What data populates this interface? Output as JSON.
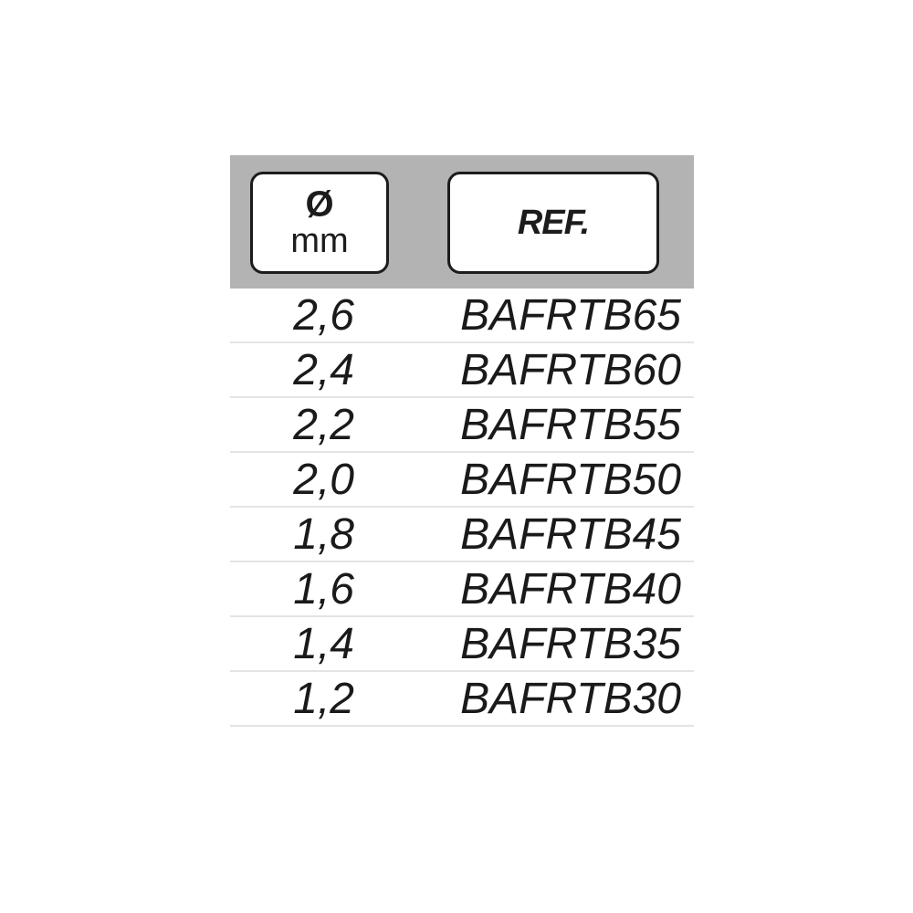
{
  "header": {
    "diameter_symbol": "Ø",
    "diameter_unit": "mm",
    "ref_label": "REF."
  },
  "rows": [
    {
      "diameter": "2,6",
      "ref": "BAFRTB65"
    },
    {
      "diameter": "2,4",
      "ref": "BAFRTB60"
    },
    {
      "diameter": "2,2",
      "ref": "BAFRTB55"
    },
    {
      "diameter": "2,0",
      "ref": "BAFRTB50"
    },
    {
      "diameter": "1,8",
      "ref": "BAFRTB45"
    },
    {
      "diameter": "1,6",
      "ref": "BAFRTB40"
    },
    {
      "diameter": "1,4",
      "ref": "BAFRTB35"
    },
    {
      "diameter": "1,2",
      "ref": "BAFRTB30"
    }
  ],
  "colors": {
    "header_band": "#b3b3b3",
    "header_border": "#1c1c1c",
    "row_divider": "#e4e4e4",
    "text": "#1a1a1a"
  }
}
